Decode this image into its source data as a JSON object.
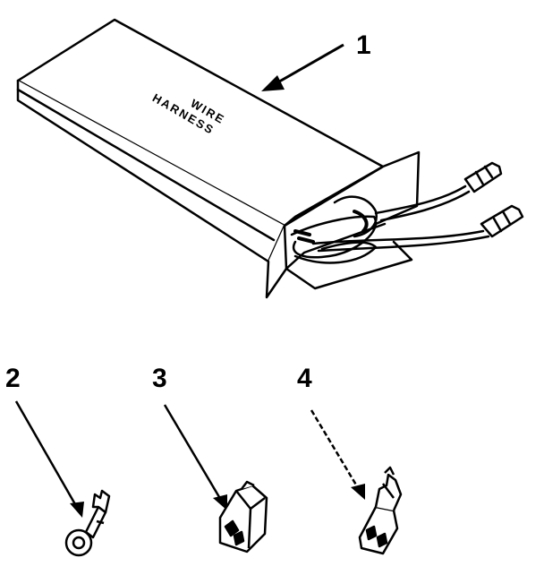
{
  "diagram": {
    "box_label_line1": "WIRE",
    "box_label_line2": "HARNESS",
    "callouts": [
      "1",
      "2",
      "3",
      "4"
    ],
    "colors": {
      "ink": "#000000",
      "paper": "#ffffff"
    }
  }
}
